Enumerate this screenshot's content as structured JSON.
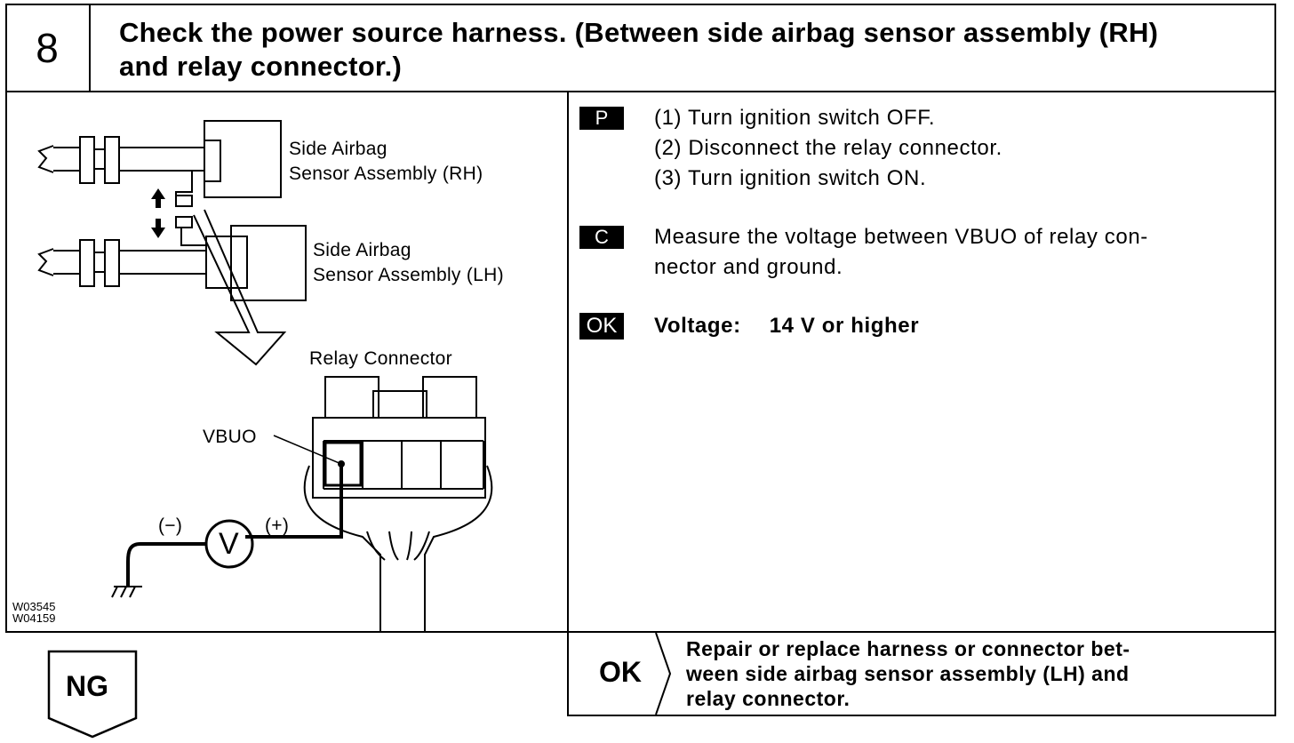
{
  "step": {
    "number": "8",
    "title_line1": "Check the power source harness. (Between side airbag sensor assembly (RH)",
    "title_line2": "and relay connector.)"
  },
  "diagram": {
    "label_rh_line1": "Side Airbag",
    "label_rh_line2": "Sensor Assembly (RH)",
    "label_lh_line1": "Side Airbag",
    "label_lh_line2": "Sensor Assembly (LH)",
    "relay_connector": "Relay Connector",
    "vbuo": "VBUO",
    "minus": "(−)",
    "plus": "(+)",
    "meter": "V",
    "code1": "W03545",
    "code2": "W04159"
  },
  "prep": {
    "tag": "P",
    "step1": "(1) Turn ignition switch OFF.",
    "step2": "(2) Disconnect the relay connector.",
    "step3": "(3) Turn ignition switch ON."
  },
  "check": {
    "tag": "C",
    "line1": "Measure the voltage between VBUO of relay con-",
    "line2": "nector and ground."
  },
  "spec": {
    "tag": "OK",
    "label": "Voltage:",
    "value": "14 V or higher"
  },
  "result_ok": {
    "label": "OK",
    "line1": "Repair or replace harness or connector bet-",
    "line2": "ween side airbag sensor assembly (LH) and",
    "line3": "relay connector."
  },
  "result_ng": {
    "label": "NG"
  }
}
